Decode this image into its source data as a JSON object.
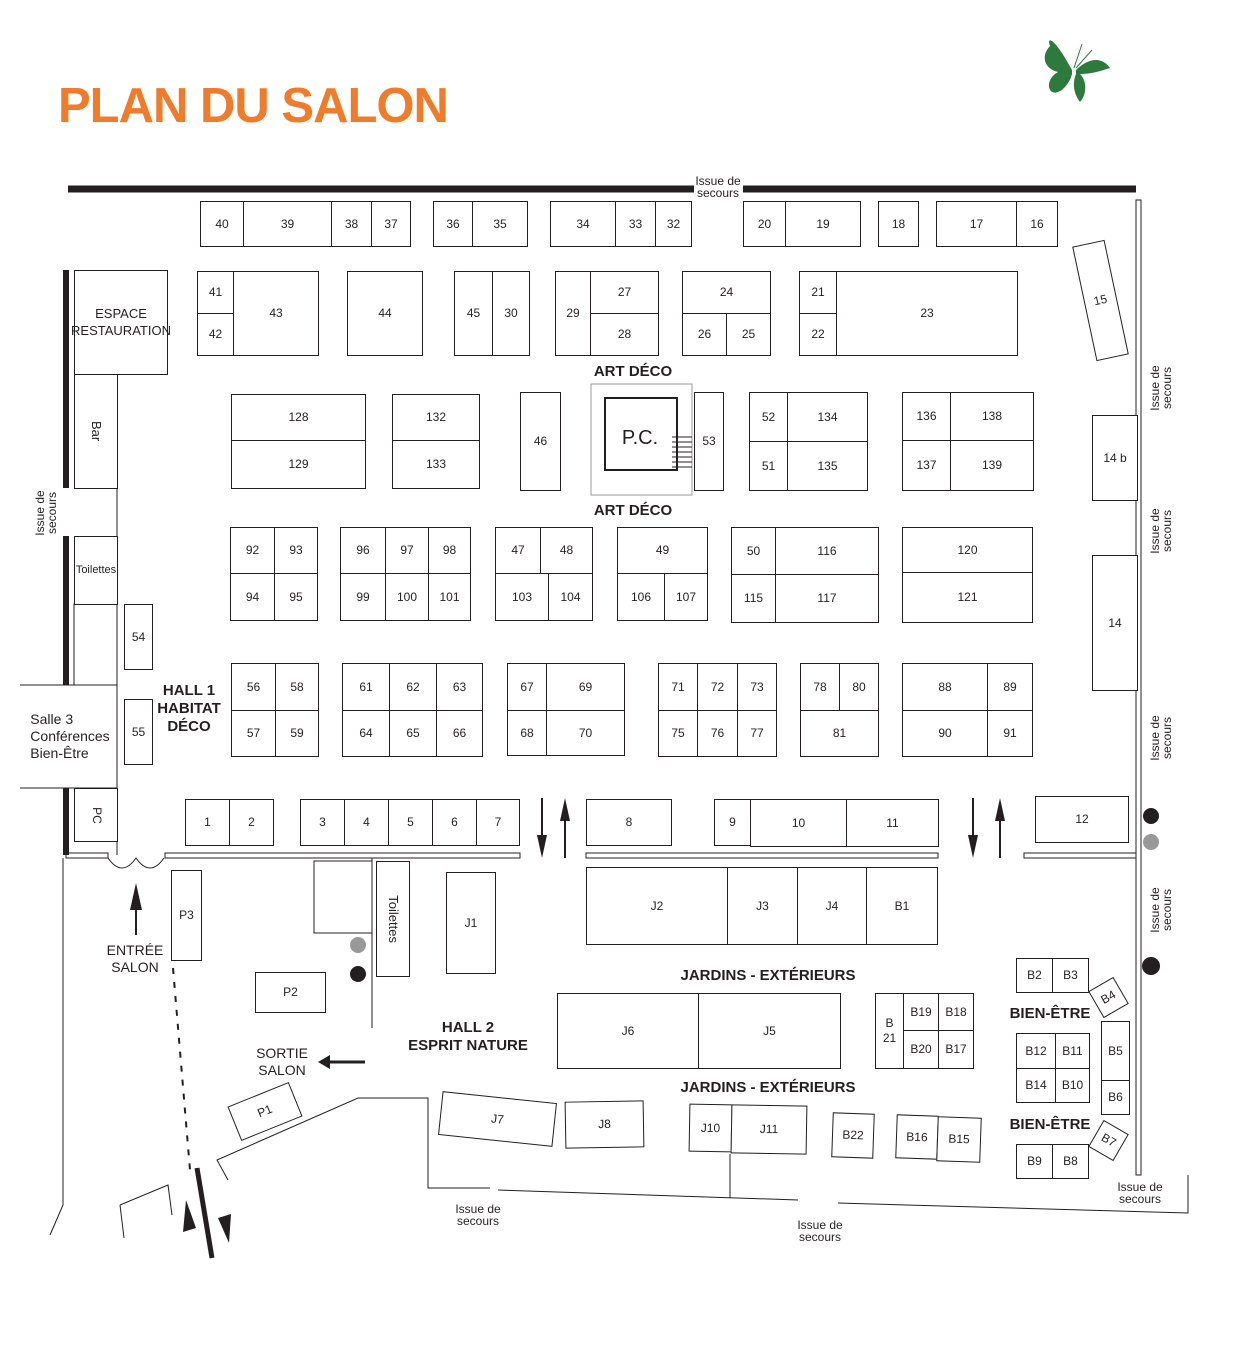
{
  "title": "PLAN DU SALON",
  "logo": {
    "icon": "butterfly-icon",
    "color": "#2e7a3c"
  },
  "colors": {
    "title": "#f07b2a",
    "lines": "#231f20",
    "logo": "#2e7a3c"
  },
  "booths": [
    "40",
    "39",
    "38",
    "37",
    "36",
    "35",
    "34",
    "33",
    "32",
    "20",
    "19",
    "18",
    "17",
    "16",
    "41",
    "42",
    "43",
    "44",
    "45",
    "30",
    "29",
    "27",
    "28",
    "24",
    "26",
    "25",
    "21",
    "22",
    "23",
    "15",
    "128",
    "129",
    "132",
    "133",
    "46",
    "53",
    "52",
    "51",
    "134",
    "135",
    "136",
    "138",
    "137",
    "139",
    "14 b",
    "14",
    "92",
    "93",
    "94",
    "95",
    "96",
    "97",
    "98",
    "99",
    "100",
    "101",
    "47",
    "48",
    "103",
    "104",
    "49",
    "106",
    "107",
    "50",
    "116",
    "115",
    "117",
    "120",
    "121",
    "56",
    "58",
    "57",
    "59",
    "61",
    "62",
    "63",
    "64",
    "65",
    "66",
    "67",
    "69",
    "68",
    "70",
    "71",
    "72",
    "73",
    "75",
    "76",
    "77",
    "78",
    "80",
    "81",
    "88",
    "89",
    "90",
    "91",
    "54",
    "55",
    "1",
    "2",
    "3",
    "4",
    "5",
    "6",
    "7",
    "8",
    "9",
    "10",
    "11",
    "12",
    "J2",
    "J3",
    "J4",
    "B1",
    "J1",
    "P3",
    "P2",
    "P1",
    "J6",
    "J5",
    "B\n21",
    "B19",
    "B18",
    "B20",
    "B17",
    "B2",
    "B3",
    "B4",
    "B12",
    "B11",
    "B14",
    "B10",
    "B5",
    "B6",
    "B7",
    "B9",
    "B8",
    "J7",
    "J8",
    "J10",
    "J11",
    "B22",
    "B16",
    "B15"
  ],
  "facilities": {
    "espace_restauration": "ESPACE\nRESTAURATION",
    "bar": "Bar",
    "toilettes_hall1": "Toilettes",
    "salle3": "Salle 3\nConférences\nBien-Être",
    "pc_hall1": "PC",
    "pc_center": "P.C.",
    "toilettes_hall2": "Toilettes"
  },
  "zones": {
    "art_deco_top": "ART DÉCO",
    "art_deco_bottom": "ART DÉCO",
    "hall1": "HALL 1\nHABITAT\nDÉCO",
    "hall2": "HALL 2\nESPRIT NATURE",
    "jardins_1": "JARDINS - EXTÉRIEURS",
    "jardins_2": "JARDINS - EXTÉRIEURS",
    "bien_etre_1": "BIEN-ÊTRE",
    "bien_etre_2": "BIEN-ÊTRE",
    "entree": "ENTRÉE\nSALON",
    "sortie": "SORTIE\nSALON"
  },
  "exits": [
    "Issue de\nsecours",
    "Issue de\nsecours",
    "Issue de\nsecours",
    "Issue de\nsecours",
    "Issue de\nsecours",
    "Issue de\nsecours",
    "Issue de\nsecours",
    "Issue de\nsecours",
    "Issue de\nsecours"
  ]
}
